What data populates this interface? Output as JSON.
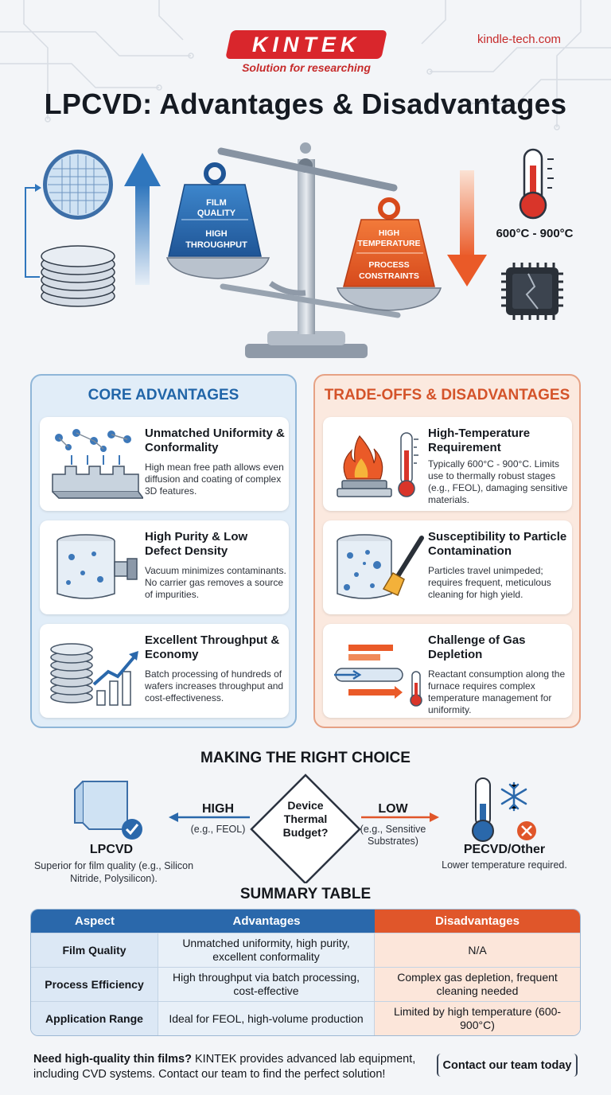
{
  "brand": {
    "name": "KINTEK",
    "tagline": "Solution for researching",
    "site": "kindle-tech.com"
  },
  "title": "LPCVD: Advantages & Disadvantages",
  "scale": {
    "left_weight": [
      "FILM",
      "QUALITY",
      "HIGH",
      "THROUGHPUT"
    ],
    "right_weight": [
      "HIGH",
      "TEMPERATURE",
      "PROCESS",
      "CONSTRAINTS"
    ],
    "temperature": "600°C - 900°C"
  },
  "advantages": {
    "title": "CORE ADVANTAGES",
    "items": [
      {
        "title": "Unmatched Uniformity & Conformality",
        "text": "High mean free path allows even diffusion and coating of complex 3D features."
      },
      {
        "title": "High Purity & Low Defect Density",
        "text": "Vacuum minimizes contaminants. No carrier gas removes a source of impurities."
      },
      {
        "title": "Excellent Throughput & Economy",
        "text": "Batch processing of hundreds of wafers increases throughput and cost-effectiveness."
      }
    ]
  },
  "disadvantages": {
    "title": "TRADE-OFFS & DISADVANTAGES",
    "items": [
      {
        "title": "High-Temperature Requirement",
        "text": "Typically 600°C - 900°C. Limits use to thermally robust stages (e.g., FEOL), damaging sensitive materials."
      },
      {
        "title": "Susceptibility to Particle Contamination",
        "text": "Particles travel unimpeded; requires frequent, meticulous cleaning for high yield."
      },
      {
        "title": "Challenge of Gas Depletion",
        "text": "Reactant consumption along the furnace requires complex temperature management for uniformity."
      }
    ]
  },
  "decision": {
    "title": "MAKING THE RIGHT CHOICE",
    "question": "Device Thermal Budget?",
    "high_label": "HIGH",
    "high_example": "(e.g., FEOL)",
    "low_label": "LOW",
    "low_example": "(e.g., Sensitive Substrates)",
    "left_option": "LPCVD",
    "left_desc": "Superior for film quality (e.g., Silicon Nitride, Polysilicon).",
    "right_option": "PECVD/Other",
    "right_desc": "Lower temperature required."
  },
  "summary": {
    "title": "SUMMARY TABLE",
    "headers": [
      "Aspect",
      "Advantages",
      "Disadvantages"
    ],
    "rows": [
      [
        "Film Quality",
        "Unmatched uniformity, high purity, excellent conformality",
        "N/A"
      ],
      [
        "Process Efficiency",
        "High throughput via batch processing, cost-effective",
        "Complex gas depletion, frequent cleaning needed"
      ],
      [
        "Application Range",
        "Ideal for FEOL, high-volume production",
        "Limited by high temperature (600-900°C)"
      ]
    ]
  },
  "footer": {
    "lead": "Need high-quality thin films?",
    "text": " KINTEK provides advanced lab equipment, including CVD systems. Contact our team to find the perfect solution!",
    "cta": "Contact our team today"
  },
  "colors": {
    "blue": "#2a68ab",
    "orange": "#e0562a",
    "red": "#d9262c"
  }
}
